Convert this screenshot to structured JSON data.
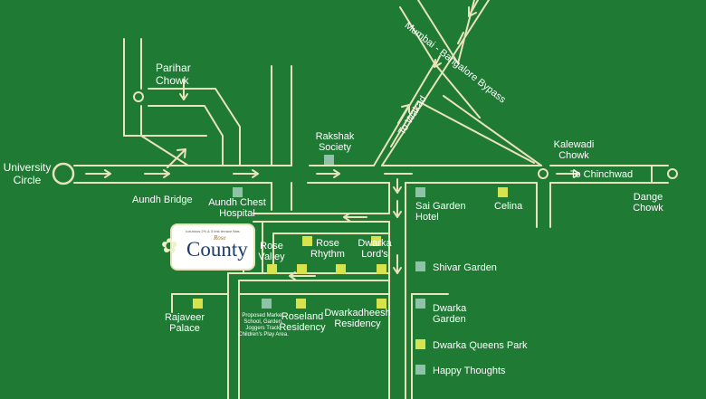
{
  "colors": {
    "background": "#1f7a34",
    "road": "#e8e3b9",
    "text": "#ffffff",
    "marker_light": "#b5d75a",
    "marker_teal": "#8fc2a8",
    "marker_yellow": "#d7e34c"
  },
  "places": {
    "university_circle": "University\nCircle",
    "parihar_chowk": "Parihar\nChowk",
    "aundh_bridge": "Aundh Bridge",
    "aundh_chest_hospital": "Aundh Chest\nHospital",
    "rakshak_society": "Rakshak\nSociety",
    "mumbai_bangalore_bypass": "Mumbai - Bangalore Bypass",
    "to_wakad": "To Wakad",
    "kalewadi_chowk": "Kalewadi\nChowk",
    "to_chinchwad": "To Chinchwad",
    "dange_chowk": "Dange\nChowk",
    "sai_garden_hotel": "Sai Garden\nHotel",
    "celina": "Celina",
    "rose_valley": "Rose\nValley",
    "rose_rhythm": "Rose\nRhythm",
    "dwarka_lords": "Dwarka\nLord's",
    "shivar_garden": "Shivar Garden",
    "rajaveer_palace": "Rajaveer\nPalace",
    "proposed_amenities": "Proposed Market,\nSchool, Garden,\nJoggers Track,\nChildren's Play Area.",
    "roseland_residency": "Roseland\nResidency",
    "dwarkadheesh_residency": "Dwarkadheesh\nResidency",
    "dwarka_garden": "Dwarka\nGarden",
    "dwarka_queens_park": "Dwarka Queens Park",
    "happy_thoughts": "Happy Thoughts"
  },
  "logo": {
    "tagline": "luxurious 2½ & 3 bhk terrace flats",
    "rose": "Rose",
    "county": "County"
  }
}
